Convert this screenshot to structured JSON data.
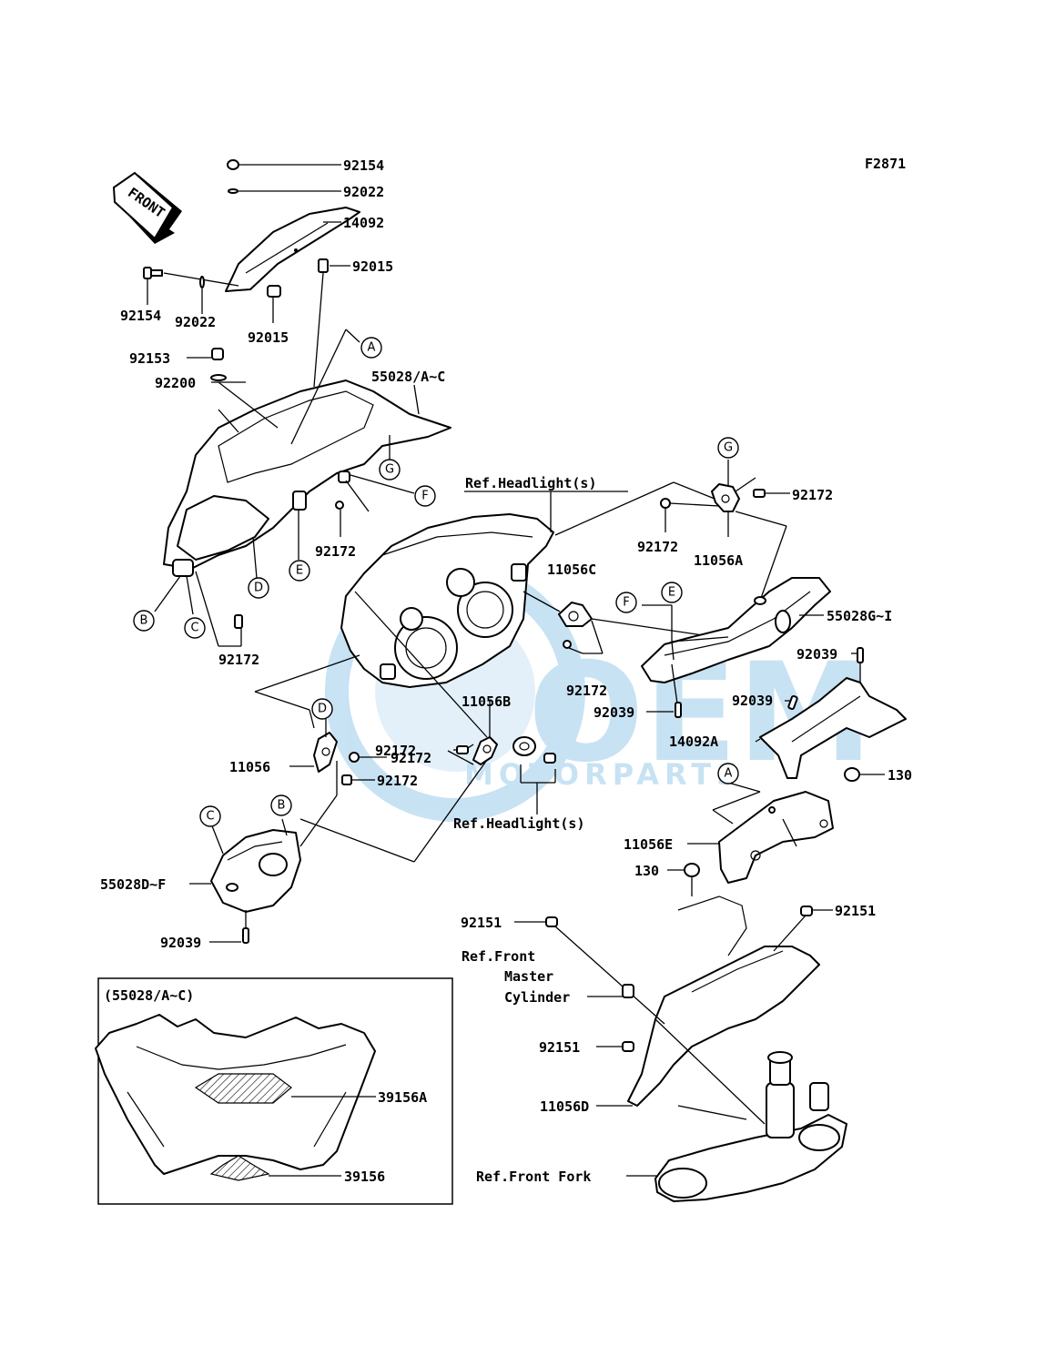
{
  "figure_code": "F2871",
  "front_arrow_label": "FRONT",
  "watermark": {
    "brand": "OEM",
    "sub": "MOTORPARTS",
    "color": "#3a9ad6"
  },
  "labels": [
    "92154",
    "92022",
    "14092",
    "92015",
    "92154",
    "92022",
    "92015",
    "92153",
    "92200",
    "55028/A~C",
    "92172",
    "92172",
    "Ref.Headlight(s)",
    "92172",
    "92172",
    "11056A",
    "11056C",
    "55028G~I",
    "92039",
    "92172",
    "11056B",
    "92172",
    "92039",
    "92039",
    "92172",
    "14092A",
    "11056",
    "92172",
    "130",
    "Ref.Headlight(s)",
    "11056E",
    "130",
    "55028D~F",
    "92039",
    "92151",
    "92151",
    "Ref.Front",
    "Master",
    "Cylinder",
    "92151",
    "11056D",
    "Ref.Front Fork",
    "(55028/A~C)",
    "39156A",
    "39156"
  ],
  "callouts": [
    "A",
    "G",
    "F",
    "E",
    "D",
    "B",
    "C",
    "G",
    "F",
    "E",
    "D",
    "A",
    "C",
    "B"
  ]
}
